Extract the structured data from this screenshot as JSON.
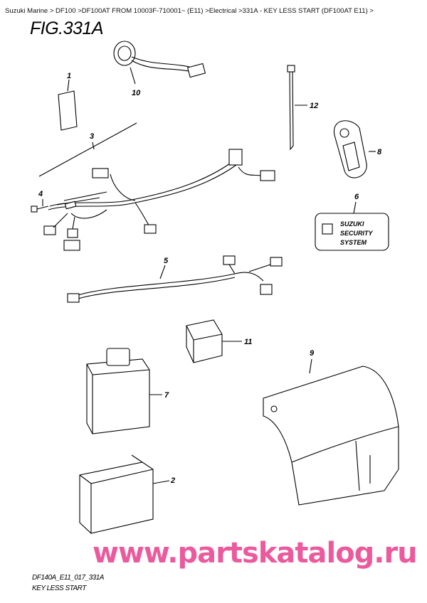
{
  "breadcrumb": [
    {
      "label": "Suzuki Marine"
    },
    {
      "label": "DF100"
    },
    {
      "label": "DF100AT FROM 10003F-710001~ (E11)"
    },
    {
      "label": "Electrical"
    },
    {
      "label": "331A - KEY LESS START (DF100AT E11)"
    }
  ],
  "breadcrumb_separator": ">",
  "figure": {
    "title": "FIG.331A",
    "code": "DF140A_E11_017_331A",
    "caption": "KEY LESS START"
  },
  "callouts": [
    "1",
    "2",
    "3",
    "4",
    "5",
    "6",
    "7",
    "8",
    "9",
    "10",
    "11",
    "12"
  ],
  "security_label": {
    "line1": "SUZUKI",
    "line2": "SECURITY",
    "line3": "SYSTEM"
  },
  "watermark": "www.partskatalog.ru",
  "colors": {
    "watermark": "#e83e8c",
    "lines": "#000000"
  }
}
